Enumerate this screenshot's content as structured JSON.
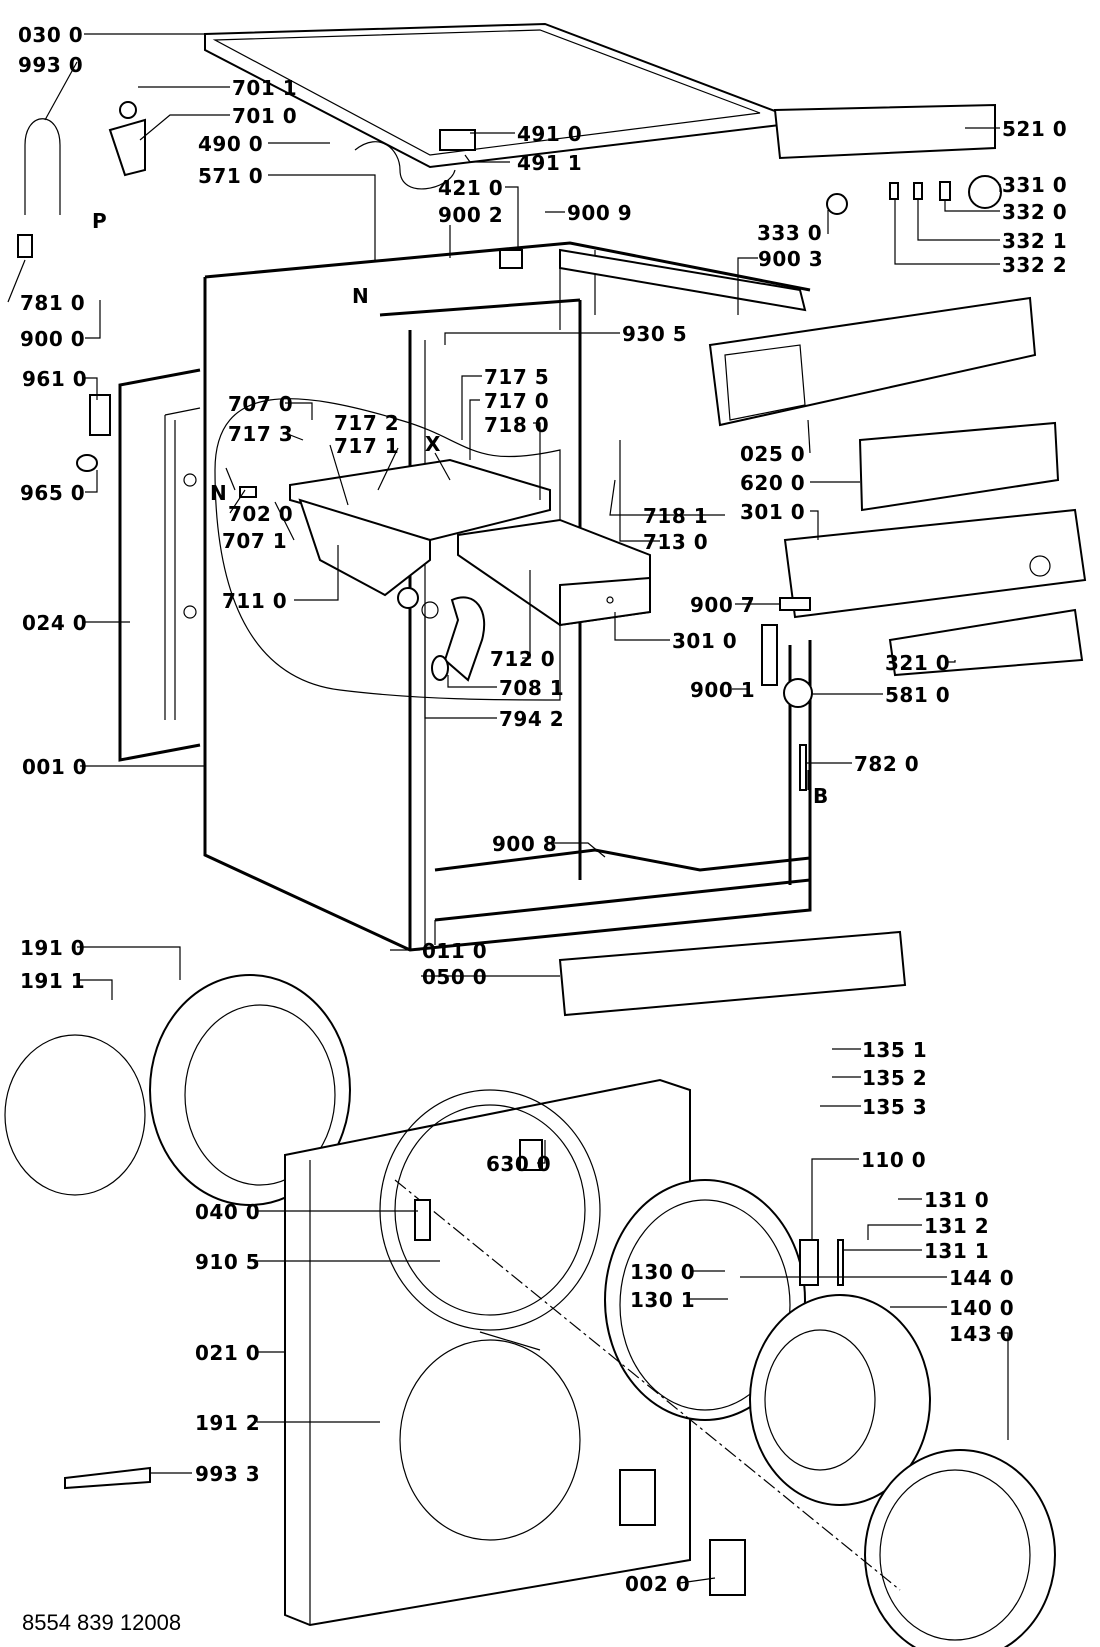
{
  "diagram": {
    "title": "Washing machine exploded parts view",
    "reference_number": "8554 839 12008",
    "callouts": [
      {
        "id": "0300",
        "label": "030 0"
      },
      {
        "id": "9930",
        "label": "993 0"
      },
      {
        "id": "7011",
        "label": "701 1"
      },
      {
        "id": "7010",
        "label": "701 0"
      },
      {
        "id": "4900",
        "label": "490 0"
      },
      {
        "id": "5710",
        "label": "571 0"
      },
      {
        "id": "4910",
        "label": "491 0"
      },
      {
        "id": "4911",
        "label": "491 1"
      },
      {
        "id": "4210",
        "label": "421 0"
      },
      {
        "id": "9002",
        "label": "900 2"
      },
      {
        "id": "9009",
        "label": "900 9"
      },
      {
        "id": "5210",
        "label": "521 0"
      },
      {
        "id": "3310",
        "label": "331 0"
      },
      {
        "id": "3320",
        "label": "332 0"
      },
      {
        "id": "3321",
        "label": "332 1"
      },
      {
        "id": "3322",
        "label": "332 2"
      },
      {
        "id": "3330",
        "label": "333 0"
      },
      {
        "id": "9003",
        "label": "900 3"
      },
      {
        "id": "7810",
        "label": "781 0"
      },
      {
        "id": "9000",
        "label": "900 0"
      },
      {
        "id": "P",
        "label": "P"
      },
      {
        "id": "N1",
        "label": "N"
      },
      {
        "id": "9305",
        "label": "930 5"
      },
      {
        "id": "9610",
        "label": "961 0"
      },
      {
        "id": "9650",
        "label": "965 0"
      },
      {
        "id": "7070",
        "label": "707 0"
      },
      {
        "id": "7173",
        "label": "717 3"
      },
      {
        "id": "7172",
        "label": "717 2"
      },
      {
        "id": "7171",
        "label": "717 1"
      },
      {
        "id": "X",
        "label": "X"
      },
      {
        "id": "7175",
        "label": "717 5"
      },
      {
        "id": "7170",
        "label": "717 0"
      },
      {
        "id": "7180",
        "label": "718 0"
      },
      {
        "id": "N2",
        "label": "N"
      },
      {
        "id": "7020",
        "label": "702 0"
      },
      {
        "id": "7071",
        "label": "707 1"
      },
      {
        "id": "7110",
        "label": "711 0"
      },
      {
        "id": "7181",
        "label": "718 1"
      },
      {
        "id": "7130",
        "label": "713 0"
      },
      {
        "id": "0250",
        "label": "025 0"
      },
      {
        "id": "6200",
        "label": "620 0"
      },
      {
        "id": "3010a",
        "label": "301 0"
      },
      {
        "id": "0240",
        "label": "024 0"
      },
      {
        "id": "3010b",
        "label": "301 0"
      },
      {
        "id": "9007",
        "label": "900 7"
      },
      {
        "id": "7120",
        "label": "712 0"
      },
      {
        "id": "7081",
        "label": "708 1"
      },
      {
        "id": "7942",
        "label": "794 2"
      },
      {
        "id": "9001",
        "label": "900 1"
      },
      {
        "id": "3210",
        "label": "321 0"
      },
      {
        "id": "5810",
        "label": "581 0"
      },
      {
        "id": "0010",
        "label": "001 0"
      },
      {
        "id": "7820",
        "label": "782 0"
      },
      {
        "id": "B",
        "label": "B"
      },
      {
        "id": "9008",
        "label": "900 8"
      },
      {
        "id": "1910",
        "label": "191 0"
      },
      {
        "id": "1911",
        "label": "191 1"
      },
      {
        "id": "0110",
        "label": "011 0"
      },
      {
        "id": "0500",
        "label": "050 0"
      },
      {
        "id": "1351",
        "label": "135 1"
      },
      {
        "id": "1352",
        "label": "135 2"
      },
      {
        "id": "1353",
        "label": "135 3"
      },
      {
        "id": "6300",
        "label": "630 0"
      },
      {
        "id": "1100",
        "label": "110 0"
      },
      {
        "id": "0400",
        "label": "040 0"
      },
      {
        "id": "1310",
        "label": "131 0"
      },
      {
        "id": "1312",
        "label": "131 2"
      },
      {
        "id": "1311",
        "label": "131 1"
      },
      {
        "id": "9105",
        "label": "910 5"
      },
      {
        "id": "1300",
        "label": "130 0"
      },
      {
        "id": "1440",
        "label": "144 0"
      },
      {
        "id": "1301",
        "label": "130 1"
      },
      {
        "id": "1400",
        "label": "140 0"
      },
      {
        "id": "0210",
        "label": "021 0"
      },
      {
        "id": "1430",
        "label": "143 0"
      },
      {
        "id": "1912",
        "label": "191 2"
      },
      {
        "id": "9933",
        "label": "993 3"
      },
      {
        "id": "0020",
        "label": "002 0"
      }
    ]
  }
}
